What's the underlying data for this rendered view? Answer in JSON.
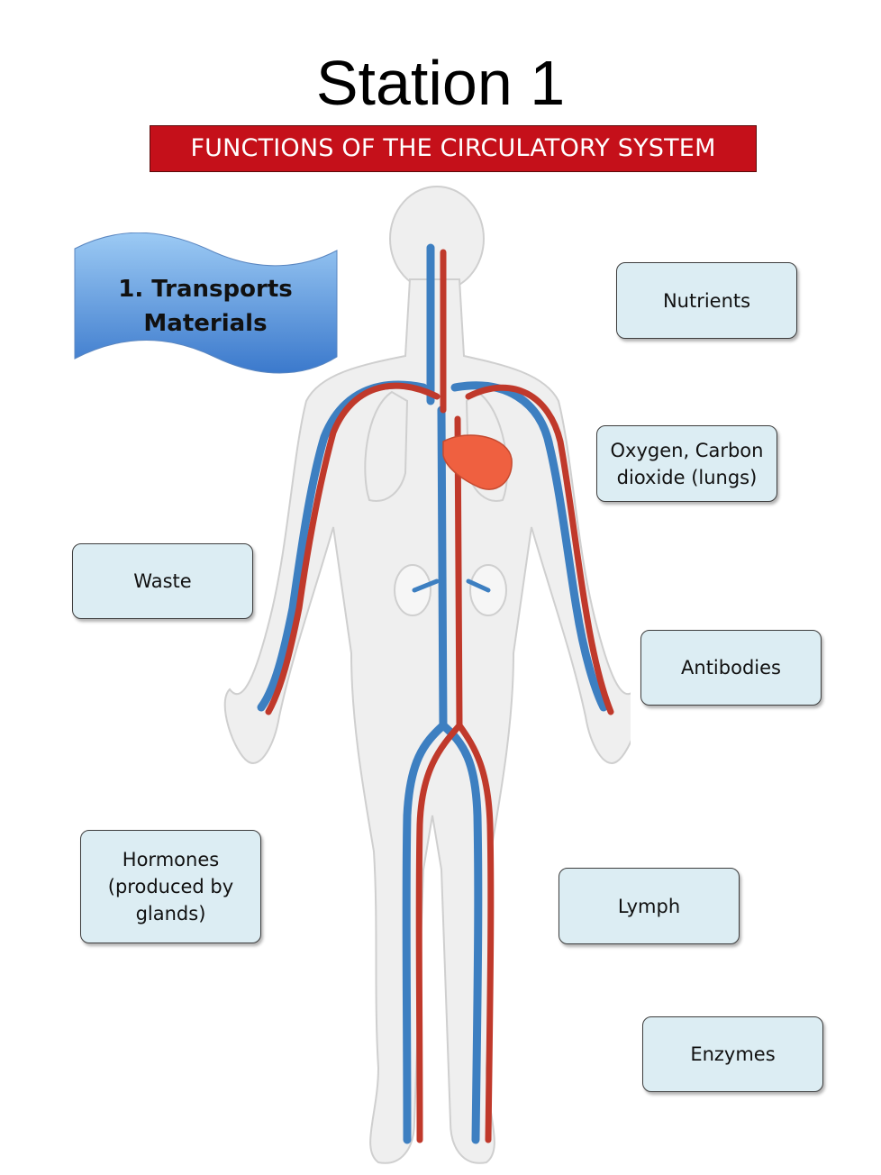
{
  "title": "Station 1",
  "banner": "FUNCTIONS OF THE CIRCULATORY SYSTEM",
  "flag": {
    "line1": "1. Transports",
    "line2": "Materials"
  },
  "labels": {
    "nutrients": "Nutrients",
    "oxygen": "Oxygen, Carbon dioxide (lungs)",
    "waste": "Waste",
    "antibodies": "Antibodies",
    "hormones": "Hormones (produced by glands)",
    "lymph": "Lymph",
    "enzymes": "Enzymes"
  },
  "colors": {
    "banner": "#c5101a",
    "flag_top": "#8ec2f2",
    "flag_bottom": "#3f7fd0",
    "box_fill": "#dcedf3",
    "artery": "#c0392b",
    "vein": "#3d7fc1",
    "heart": "#ef6040",
    "body_fill": "#efefef"
  }
}
